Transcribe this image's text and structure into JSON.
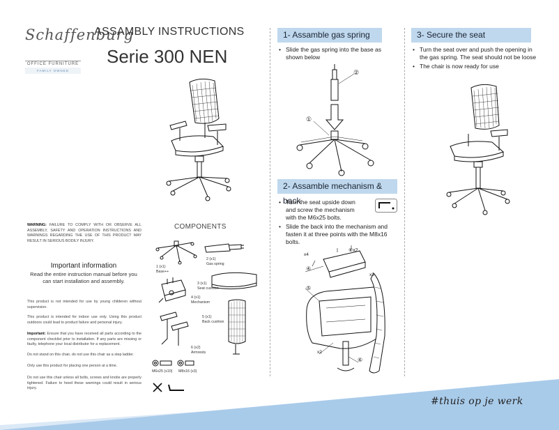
{
  "brand": {
    "logo_text": "Schaffenburg",
    "subtitle": "OFFICE FURNITURE",
    "tagline": "FAMILY OWNED"
  },
  "header": {
    "title": "ASSAMBLY INSTRUCTIONS",
    "series": "Serie 300 NEN"
  },
  "left": {
    "warning_label": "WARNING:",
    "warning_text": " FAILURE TO COMPLY WITH OR OBSERVE ALL ASSEMBLY, SAFETY AND OPERATION INSTRUCTIONS AND WARNINGS REGARDING THE USE OF THIS PRODUCT MAY RESULT IN SERIOUS BODILY INJURY.",
    "important_title": "Important information",
    "important_sub": "Read the entire instruction manual before you can start installation and assembly.",
    "p1": "This product is not intended for use by young childeren without supervision.",
    "p2": "This product is intended for indoor use only. Using this product outdoors could lead to product failure and personal injury.",
    "p3_label": "Important:",
    "p3_text": " Ensure that you have received all parts according to the component checklist prior to installation. If any parts are missing or faulty, telephone your local distributor for a replacement.",
    "p4": "Do not stand on this chair, do not use this chair as a step ladder.",
    "p5": "Only use this product for placing one person at a time.",
    "p6": "Do not use this chair unless all bolts, screws and knobs are properly tightened. Failure to heed these warnings could result in serious injury."
  },
  "components": {
    "title": "COMPONENTS",
    "c1a": "1 (x1)",
    "c1b": "Base++",
    "c2a": "2 (x1)",
    "c2b": "Gas spring",
    "c3a": "3 (x1)",
    "c3b": "Seat cushion",
    "c4a": "4 (x1)",
    "c4b": "Mechanism",
    "c5a": "5 (x1)",
    "c5b": "Back cushion",
    "c6a": "6 (x2)",
    "c6b": "Armrests",
    "bolt1": "M6x25 (x10)",
    "bolt2": "M8x16 (x3)"
  },
  "step1": {
    "heading": "1- Assamble gas spring",
    "b1": "Slide the gas spring into the base as shown below"
  },
  "step2": {
    "heading": "2- Assamble mechanism & back",
    "b1": "Turn the seat upside down and screw the mechanism with the M6x25 bolts.",
    "b2": "Slide the back into the mechanism and fasten it at three points with the M8x16 bolts."
  },
  "step3": {
    "heading": "3- Secure the seat",
    "b1": "Turn the seat over and push the opening in the gas spring. The seat should not be loose",
    "b2": "The chair is now ready for use"
  },
  "labels": {
    "n1": "①",
    "n2": "②",
    "n4": "④",
    "n5": "⑤",
    "n6": "⑥",
    "n6x2": "⑥x2",
    "x4": "x4",
    "x3": "x3",
    "x2": "x2"
  },
  "footer": {
    "slogan": "#thuis op je werk"
  },
  "colors": {
    "heading_bg": "#bfd8ee",
    "footer_light": "#dce9f6",
    "footer_main": "#a9cbea"
  }
}
